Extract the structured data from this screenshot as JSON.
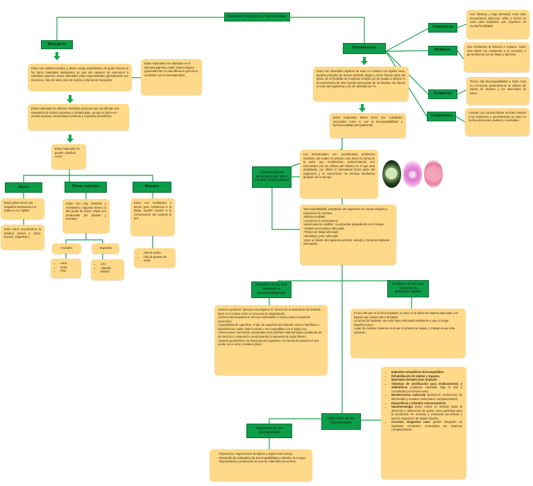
{
  "root": {
    "title": "Materiales Biológicos y biomateriales"
  },
  "bio": {
    "title": "Biologicos",
    "desc": "Estos son multifuncionales; y tienen varias propiedades, de igual manera en los fluros materiales inteligentes ya que son capaces de reaccionar a estimulos externos. Estos materiales estan representados generalmente por moluscos, hilos de seda, telas de araña y antenas de mosquitos.",
    "side": "Estos materiales son utilizados en la industria papelera, textil, biotecnológica (generalmente en esta altima se genera la confusión con los biomateriales)",
    "process": "Estos materiales se obtienen mediante procesos que nos afectan a la naturaleza de manera agresiva o contaminante, ya que se hacen en medios acuosos, temperatura ambiente y a presión atmosférica.",
    "classify": "Estos materiales se pueden clasificar como:",
    "duros": {
      "title": "Duros",
      "a": "Estos deben tener una magnifica resistencia a la ruptura y ser rígidos.",
      "b": "Entre estos encontramos la madera (suave y duro), huesos, esqueleto y"
    },
    "fibras": {
      "title": "Fibras naturales",
      "desc": "Estas son muy elásticas y resistentes y algunas tienen un alto punto de fusión. Estas son producidas por plantas y animales",
      "animales": {
        "title": "Animales",
        "items": [
          "Lana",
          "Seda",
          "Pelo"
        ]
      },
      "vegetales": {
        "title": "Vegetales",
        "items": [
          "Lino",
          "Algodón",
          "Bambú"
        ]
      }
    },
    "blandos": {
      "title": "Blandos",
      "desc": "Estos son resistentes y tienen gran resistencia a la fatiga, pueden ayudar a la conservación del material al que",
      "items": [
        "Hilo de araña",
        "Hilo de gusano de seda."
      ]
    }
  },
  "biom": {
    "title": "Biomateriales",
    "desc": "Estos son materiales capaces de estar en contacto con tejidos vivos, durante periodos de tiempo bastante largos y estos forman parte del tejido, sin la finalidad de completar al tejido y/o de ayudar a mejorar el funcionamiento de este cuando forma parte de un sistema, sin afectar el resto del organismo y sin ser afectado por él.",
    "cualidades": "Estos materiales deben tener dos cualidades esenciales como lo son la biocompatibilidad y biofuncionalidad principalmente.",
    "caract": {
      "label": "Características generales que debe cumplir el biomaterial",
      "desc": "Los biomateriales son considerados ambientes celulares, los cuales en principio solo tienen la forma de la parte que remplazaran, posteriormente son colonizados por las células del sistema en el que será implantado, por último el biomaterial forma parte del organismo y la colonización se termina totalmente después de un tiempo.",
      "list": [
        "-Biocompatibilidad: aceptación del organismo sin causar alergias o reacciones de rechazo.",
        "-Biofuncionalidad",
        "-no tóxicos ni cancerígenos",
        "-químicamente estables: no presentar degradación en el tiempo.",
        "-resistencia mecánica adecuada",
        "-Tiempo de fatiga adecuado",
        "-densidad y peso adecuado",
        "-tener un diseño de ingeniería perfecto: tamaño y forma del implante adecuados."
      ]
    },
    "types": [
      {
        "title": "Poliméricos",
        "desc": "Son elásticos y baja densidad, entre ellos encontramos (silicones, teflón y kylon) se usan para implantes que requieren de mucha flexibilidad."
      },
      {
        "title": "Metálicos",
        "desc": "Son resistentes al esfuerzo e impacto, sobre todo deben ser resistentes a la corrosión, y generalmente son de titanio y aluminio."
      },
      {
        "title": "Cerámicos",
        "desc": "Tienen alta biocompatibilidad y sobre todo no corrosivos, generalmente se utilizan los óxidos de aluminio y los aluminatos de calcio."
      },
      {
        "title": "Compuestos",
        "desc": "Cuentan con características muchas mejores a los anteriores y generalmente se usan en micha estructuras oculares y cerebrales."
      }
    ],
    "fbio": {
      "label": "Factores de los que depende la biocompatibilidad",
      "list": [
        "-factores químicos: factores toxicológicos en función de la naturaleza del material, tanto en el mismo como en procesos de degradación.",
        "-factores electroquímicos: efectos indeseables o nocivos para el paciente (corrosión).",
        "-propiedades de superficie: el tipo de superficie del material como lo hidrofílica o hidrofóbia las cuales deben resistir o ser compatibles con el tejido vivo.",
        "-interacciones mecánicas: producidas en la interface material tejido y pudiendo ser de tracción o compresión condicionando la respuesta de tejido fibroso",
        "-factores geométricos: la respuesta del organismo a la forma del material el cual puede ser a corto y mediano plazo."
      ]
    },
    "ffun": {
      "label": "Factores de los que depende la biofuncionalidad",
      "list": [
        "El uso real que se le dé al implante: es decir si se utiliza de manera adecuada y en lugares que causen poco desgaste.",
        "La forma del implante: que este haya embonado totalmente y que no tenga imperfecciones.",
        "Lugar de implante: sistema en el que la prótesis se alojara, y trabaje al que esta expuesto."
      ]
    },
    "util": {
      "label": "Utilización de los biomateriales",
      "list": [
        {
          "b": "Implantes ortopédicos biocompatibles.",
          "t": ""
        },
        {
          "b": "Rehabilitación de tejidos y órganos.",
          "t": ""
        },
        {
          "b": "Materiales dentales para implante",
          "t": ""
        },
        {
          "b": "Sistemas de dosificación para medicamentos y antibióticos",
          "t": " (capsulas injertadas bajo la piel y controladas por biosensores)."
        },
        {
          "b": "Bioelectrónica molecular",
          "t": " (polímeros conductores de electricidad y modelos moleculares computarizados)."
        },
        {
          "b": "Dispositivos y métodos anticonceptivos",
          "t": ""
        },
        {
          "b": "Nanotecnología",
          "t": " (nano robots en arterias hasta la detección y destrucción de grasa; nano partículas para la producción de enzimas y moléculas bio-activas y para la separación de tejidos blandos."
        },
        {
          "b": "Circuitos integrados nano",
          "t": " (partes integrales de implantes cerebrales, controlados por sistemas computarizados."
        }
      ]
    },
    "ing": {
      "label": "Ingeniería de los biomateriales",
      "list": [
        "Reparación, regeneración de tejidos y órganos del cuerpo.",
        "Desarrollo de estándares de biocompatibilidad y métodos de ensayo.",
        "Mejoramiento y producción de nuevos materiales bio-activos."
      ]
    }
  }
}
